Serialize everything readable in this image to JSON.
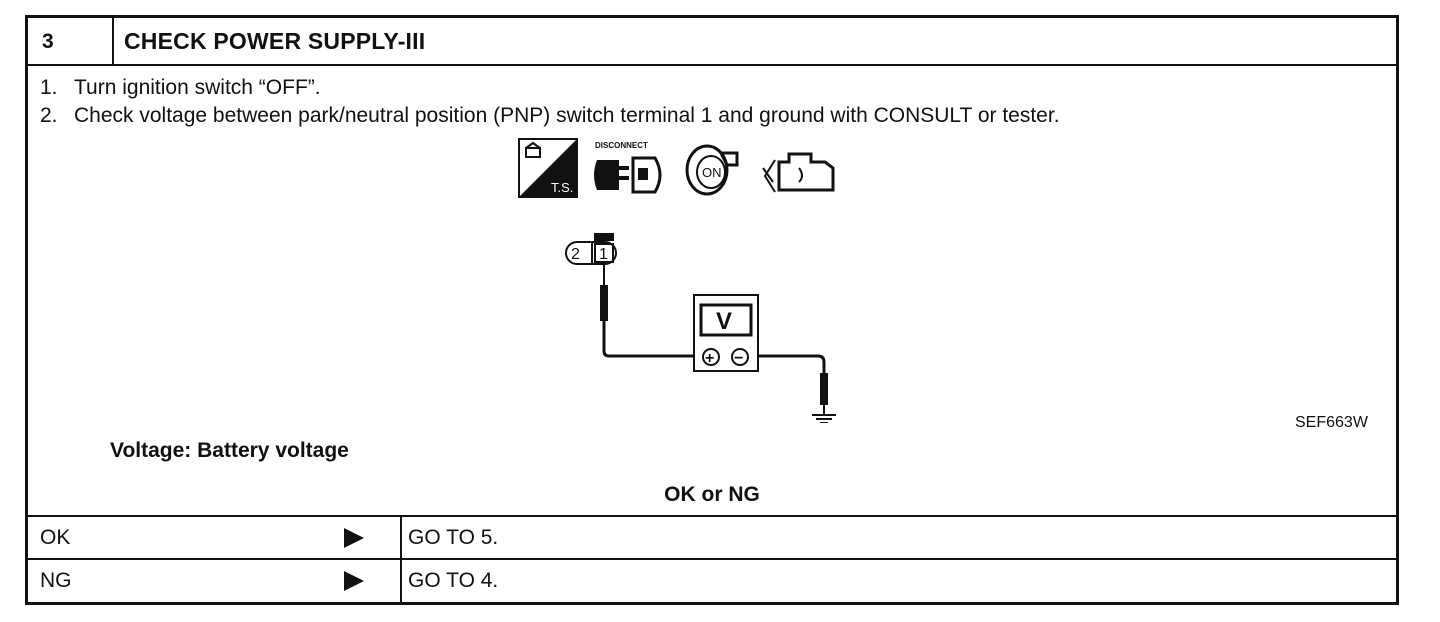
{
  "header": {
    "step": "3",
    "title": "CHECK POWER SUPPLY-III"
  },
  "instructions": [
    {
      "num": "1.",
      "text": "Turn ignition switch “OFF”."
    },
    {
      "num": "2.",
      "text": "Check voltage between park/neutral position (PNP) switch terminal 1 and ground with CONSULT or tester."
    }
  ],
  "icons": {
    "ts_label": "T.S.",
    "disconnect_label": "DISCONNECT",
    "ignition_label": "ON"
  },
  "diagram": {
    "terminal_2": "2",
    "terminal_1": "1",
    "meter_label": "V",
    "positive": "+",
    "negative": "−"
  },
  "figure_id": "SEF663W",
  "spec": "Voltage: Battery voltage",
  "result_label": "OK or NG",
  "results": [
    {
      "label": "OK",
      "action": "GO TO 5."
    },
    {
      "label": "NG",
      "action": "GO TO 4."
    }
  ]
}
